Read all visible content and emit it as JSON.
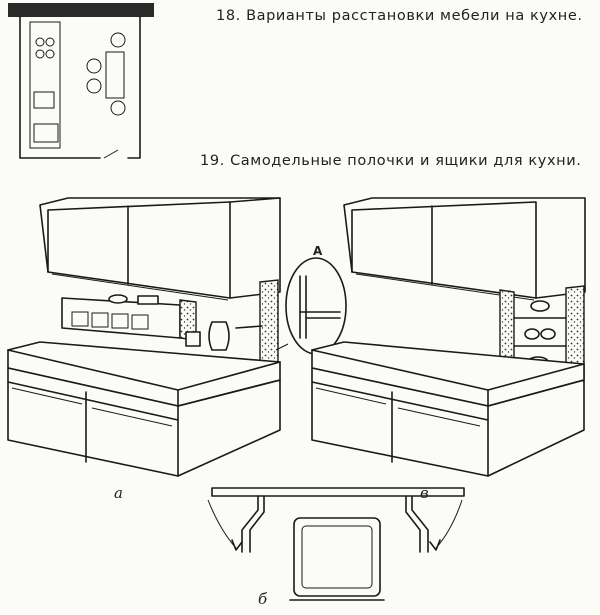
{
  "figure18": {
    "caption": "18. Варианты расстановки мебели на кухне."
  },
  "figure19": {
    "caption": "19. Самодельные полочки и ящики для кухни.",
    "panels": {
      "a": "а",
      "b": "б",
      "v": "в"
    },
    "detail_marker": "А"
  }
}
